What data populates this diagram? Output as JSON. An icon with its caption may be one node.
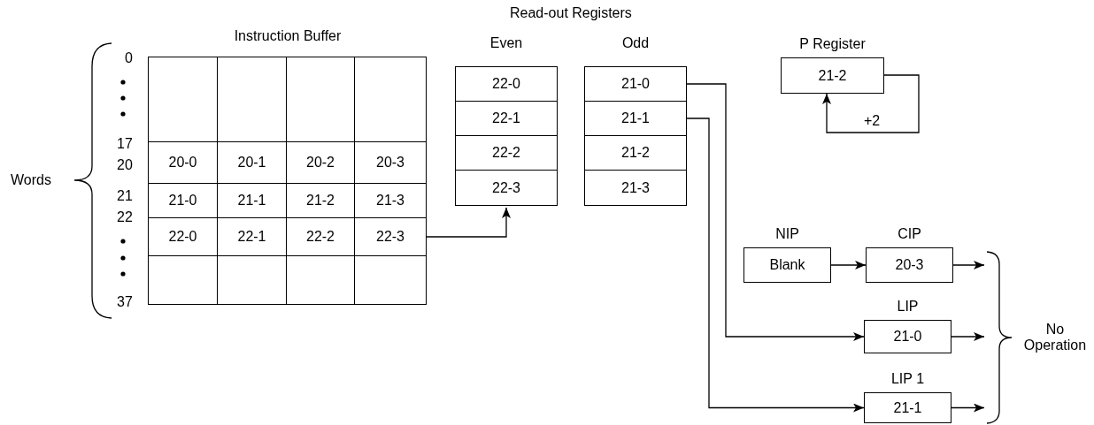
{
  "diagram": {
    "nodes": [
      {
        "text": [
          "Instruction Buffer"
        ]
      },
      {
        "text": [],
        "shape": "box",
        "in": 0
      },
      {
        "text": [],
        "shape": "box",
        "in": 0
      },
      {
        "text": [],
        "shape": "box",
        "in": 0
      },
      {
        "text": [],
        "shape": "box",
        "in": 0
      },
      {
        "text": [
          "20-0"
        ],
        "in": 0
      },
      {
        "text": [
          "20-1"
        ],
        "in": 0
      },
      {
        "text": [
          "20-2"
        ],
        "in": 0
      },
      {
        "text": [
          "20-3"
        ],
        "in": 0
      },
      {
        "text": [
          "21-0"
        ],
        "in": 0
      },
      {
        "text": [
          "21-1"
        ],
        "in": 0
      },
      {
        "text": [
          "21-2"
        ],
        "in": 0
      },
      {
        "text": [
          "21-3"
        ],
        "in": 0
      },
      {
        "text": [
          "22-0"
        ],
        "in": 0
      },
      {
        "text": [
          "22-1"
        ],
        "in": 0
      },
      {
        "text": [
          "22-2"
        ],
        "in": 0
      },
      {
        "text": [
          "22-3"
        ],
        "in": 0
      },
      {
        "text": [],
        "shape": "box",
        "in": 0
      },
      {
        "text": [],
        "shape": "box",
        "in": 0
      },
      {
        "text": [],
        "shape": "box",
        "in": 0
      },
      {
        "text": [],
        "shape": "box",
        "in": 0
      },
      {
        "text": [
          "Even"
        ]
      },
      {
        "text": [
          "22-0"
        ],
        "in": 21
      },
      {
        "text": [
          "22-1"
        ],
        "in": 21
      },
      {
        "text": [
          "22-2"
        ],
        "in": 21
      },
      {
        "text": [
          "22-3"
        ],
        "in": 21
      },
      {
        "text": [
          "Odd"
        ]
      },
      {
        "text": [
          "21-0"
        ],
        "in": 26
      },
      {
        "text": [
          "21-1"
        ],
        "in": 26
      },
      {
        "text": [
          "21-2"
        ],
        "in": 26
      },
      {
        "text": [
          "21-3"
        ],
        "in": 26
      },
      {
        "text": [
          "P Register",
          "21-2"
        ]
      },
      {
        "text": [
          "NIP",
          "Blank"
        ]
      },
      {
        "text": [
          "CIP",
          "20-3"
        ]
      },
      {
        "text": [
          "LIP",
          "21-0"
        ]
      },
      {
        "text": [
          "LIP 1",
          "21-1"
        ]
      },
      {
        "text": [
          "No Operation"
        ]
      }
    ],
    "edges": [
      {
        "from": 16,
        "to": 21,
        "arrow": "to"
      },
      {
        "from": 27,
        "to": 34,
        "arrow": "to"
      },
      {
        "from": 28,
        "to": 35,
        "arrow": "to"
      },
      {
        "from": 31,
        "to": 31,
        "arrow": "to",
        "label": "+2"
      },
      {
        "from": 32,
        "to": 33,
        "arrow": "to"
      },
      {
        "from": 33,
        "to": 36,
        "arrow": "to"
      },
      {
        "from": 34,
        "to": 36,
        "arrow": "to"
      },
      {
        "from": 35,
        "to": 36,
        "arrow": "to"
      }
    ],
    "labels": [
      "Read-out Registers",
      "Words",
      "0",
      "17",
      "20",
      "21",
      "22",
      "37"
    ]
  }
}
